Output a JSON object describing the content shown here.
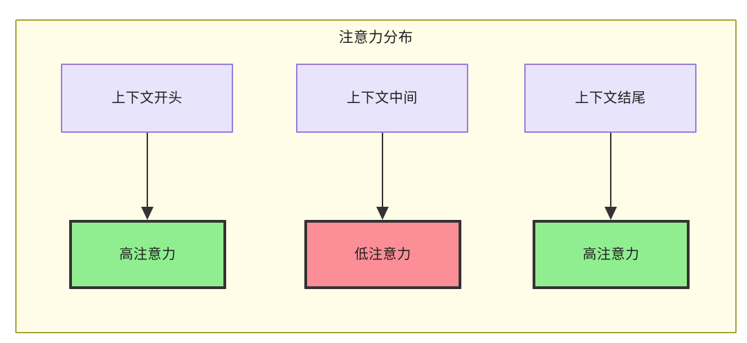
{
  "diagram": {
    "type": "flowchart",
    "title": "注意力分布",
    "colors": {
      "container_fill": "#fffde7",
      "container_border": "#aaa33c",
      "context_fill": "#e8e4fc",
      "context_border": "#9a7ddb",
      "high_attention_fill": "#90ee90",
      "low_attention_fill": "#fb8e96",
      "attention_border": "#333333",
      "edge": "#333333",
      "text": "#1f1f1f"
    },
    "columns": [
      {
        "id": "start",
        "context_label": "上下文开头",
        "attention_label": "高注意力",
        "attention_level": "high"
      },
      {
        "id": "middle",
        "context_label": "上下文中间",
        "attention_label": "低注意力",
        "attention_level": "low"
      },
      {
        "id": "end",
        "context_label": "上下文结尾",
        "attention_label": "高注意力",
        "attention_level": "high"
      }
    ],
    "edges": [
      {
        "from": "上下文开头",
        "to": "高注意力",
        "arrow": "arrow-down-icon"
      },
      {
        "from": "上下文中间",
        "to": "低注意力",
        "arrow": "arrow-down-icon"
      },
      {
        "from": "上下文结尾",
        "to": "高注意力",
        "arrow": "arrow-down-icon"
      }
    ]
  }
}
